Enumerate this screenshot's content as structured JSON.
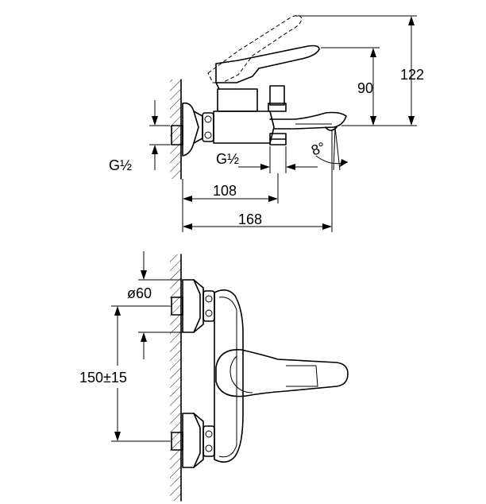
{
  "side_view": {
    "dim_height_total": "122",
    "dim_height_lever": "90",
    "dim_thread_left": "G½",
    "dim_thread_outlet": "G½",
    "dim_angle": "8°",
    "dim_length_diverter": "108",
    "dim_length_total": "168"
  },
  "front_view": {
    "dim_flange_diameter": "ø60",
    "dim_center_distance": "150±15"
  }
}
